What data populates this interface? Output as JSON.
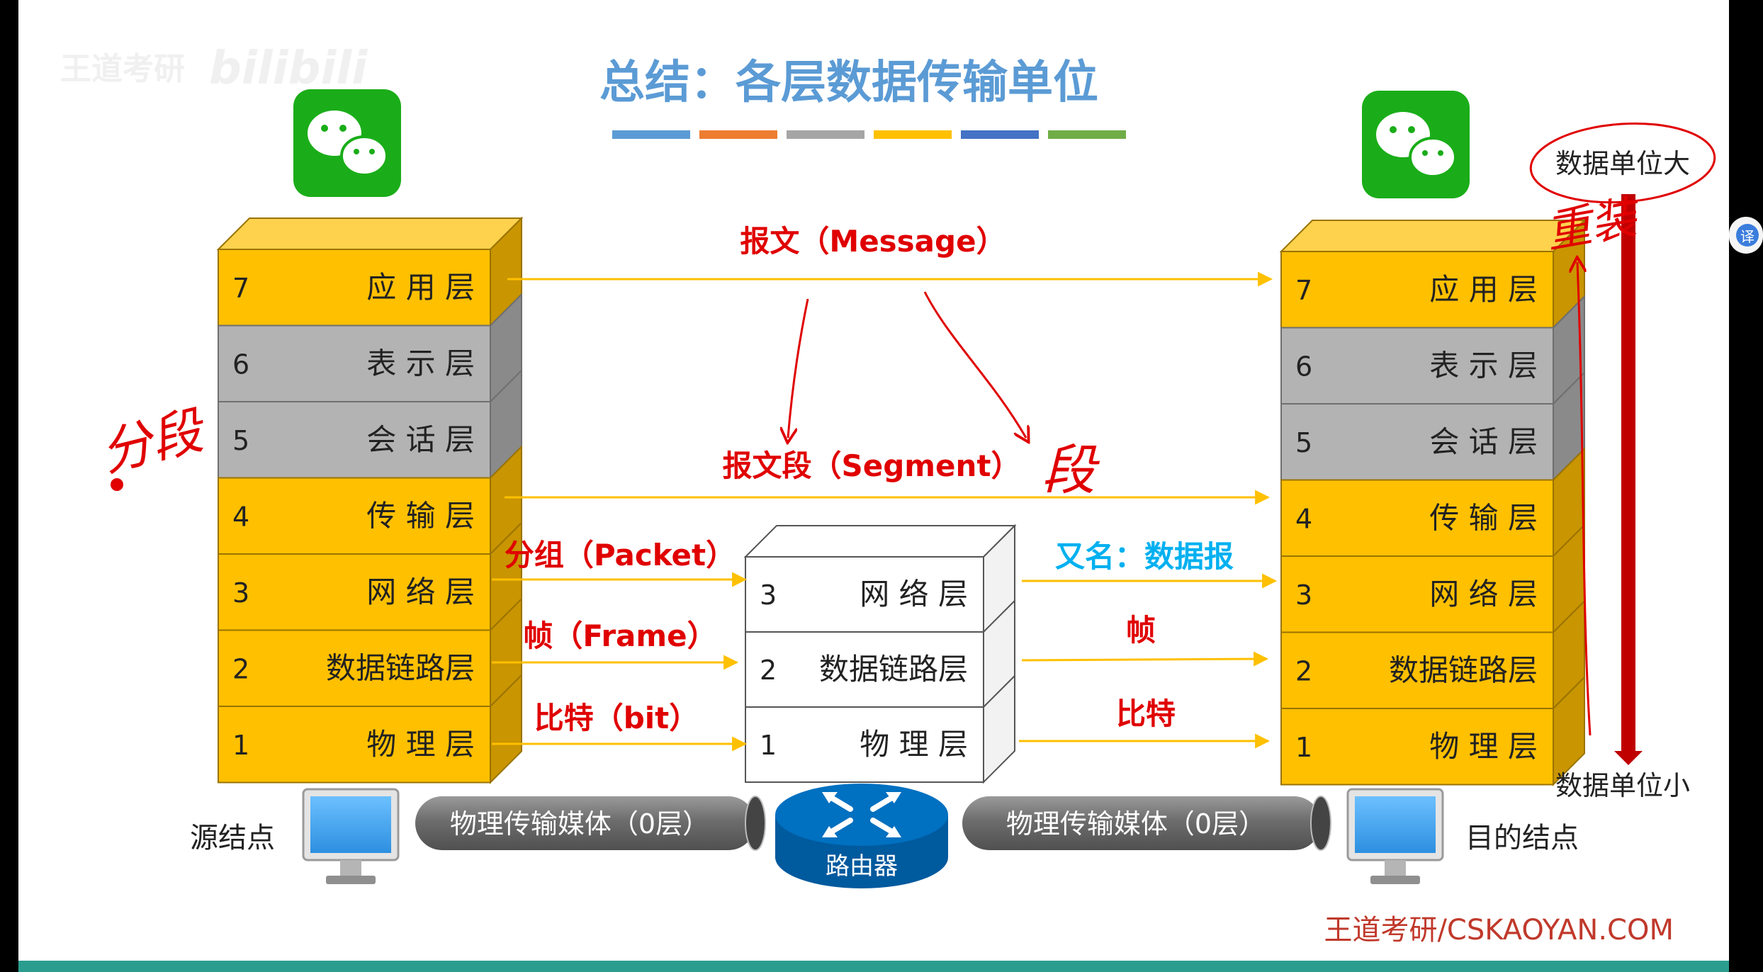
{
  "title": "总结：各层数据传输单位",
  "watermark": {
    "text": "王道考研",
    "brand": "bilibili"
  },
  "title_bar_colors": [
    "#5b9bd5",
    "#ed7d31",
    "#a5a5a5",
    "#ffc000",
    "#4472c4",
    "#70ad47"
  ],
  "colors": {
    "layer_yellow": "#ffc000",
    "layer_gray": "#b3b3b3",
    "unit_red": "#e00000",
    "unit_blue": "#00b0f0",
    "arrow": "#ffc000",
    "wechat": "#1aad19",
    "router": "#0070c0"
  },
  "layers": [
    {
      "num": "7",
      "name": "应 用 层",
      "color": "yellow"
    },
    {
      "num": "6",
      "name": "表 示 层",
      "color": "gray"
    },
    {
      "num": "5",
      "name": "会 话 层",
      "color": "gray"
    },
    {
      "num": "4",
      "name": "传 输 层",
      "color": "yellow"
    },
    {
      "num": "3",
      "name": "网 络 层",
      "color": "yellow"
    },
    {
      "num": "2",
      "name": "数据链路层",
      "color": "yellow"
    },
    {
      "num": "1",
      "name": "物 理 层",
      "color": "yellow"
    }
  ],
  "router_layers": [
    {
      "num": "3",
      "name": "网 络 层"
    },
    {
      "num": "2",
      "name": "数据链路层"
    },
    {
      "num": "1",
      "name": "物 理 层"
    }
  ],
  "units_left": {
    "message": "报文（Message）",
    "segment": "报文段（Segment）",
    "packet": "分组（Packet）",
    "frame": "帧（Frame）",
    "bit": "比特（bit）"
  },
  "units_right": {
    "datagram": "又名：数据报",
    "frame": "帧",
    "bit": "比特"
  },
  "nodes": {
    "source": "源结点",
    "destination": "目的结点",
    "medium": "物理传输媒体（0层）",
    "router": "路由器"
  },
  "size_axis": {
    "top": "数据单位大",
    "bottom": "数据单位小"
  },
  "annotations": {
    "segmenting": "分段",
    "segment": "段",
    "reassemble": "重装"
  },
  "footer": "王道考研/CSKAOYAN.COM",
  "side_button": "译"
}
